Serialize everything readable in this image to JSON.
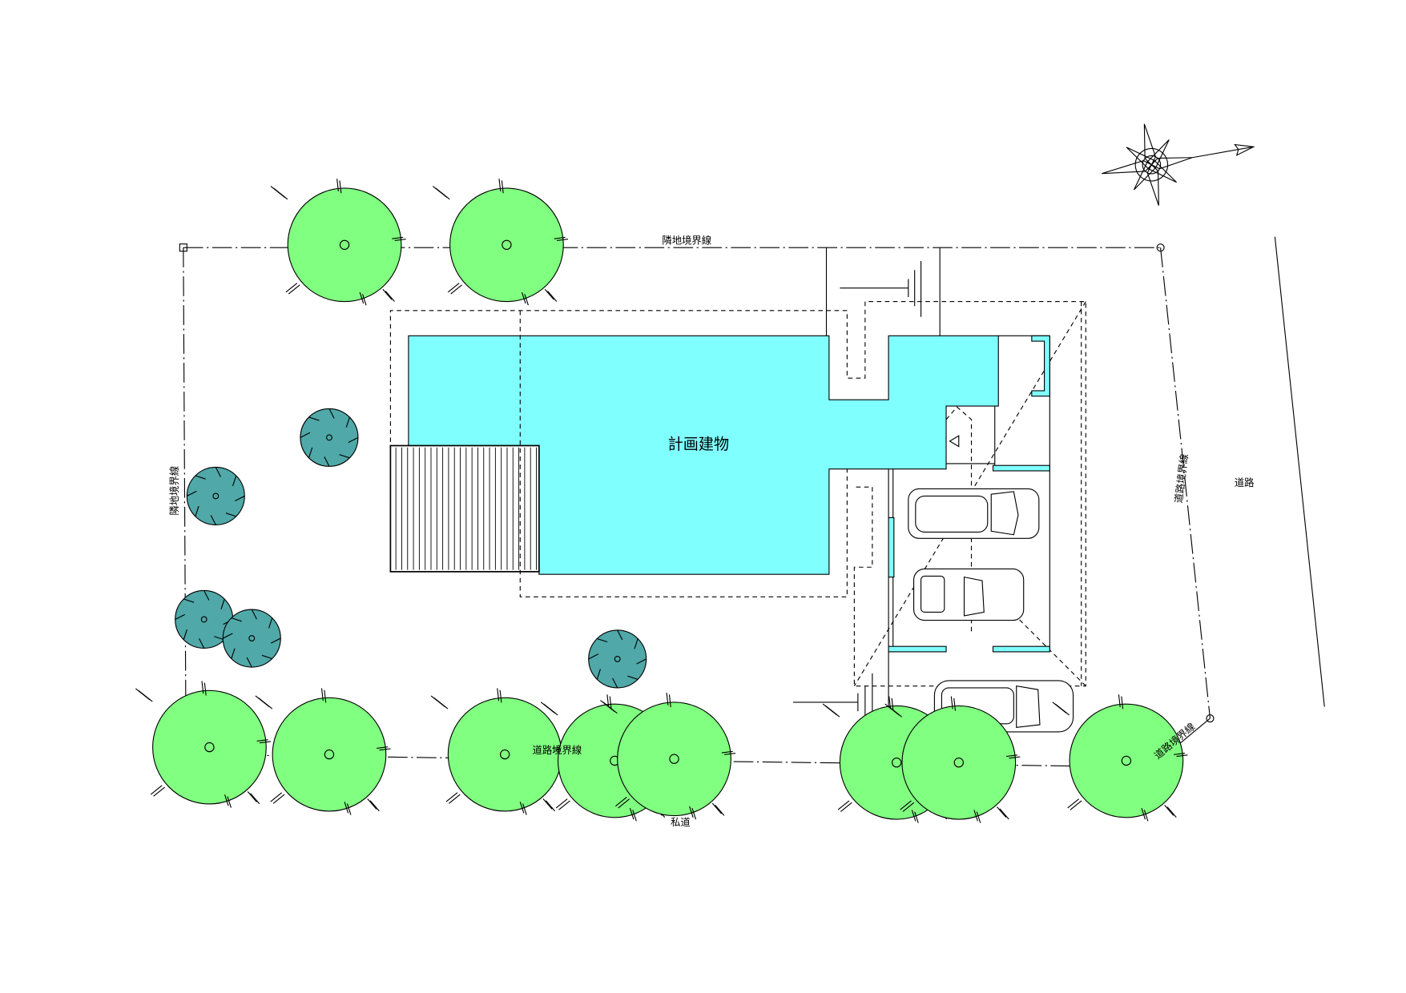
{
  "labels": {
    "top_boundary": "隣地境界線",
    "left_boundary": "隣地境界線",
    "building": "計画建物",
    "right_boundary": "道路境界線",
    "bottom_boundary": "道路境界線",
    "corner_boundary": "道路境界線",
    "road": "道路",
    "private_road": "私道"
  },
  "colors": {
    "building": "#80ffff",
    "tree": "#80ff80",
    "shrub": "#50a8a8"
  }
}
